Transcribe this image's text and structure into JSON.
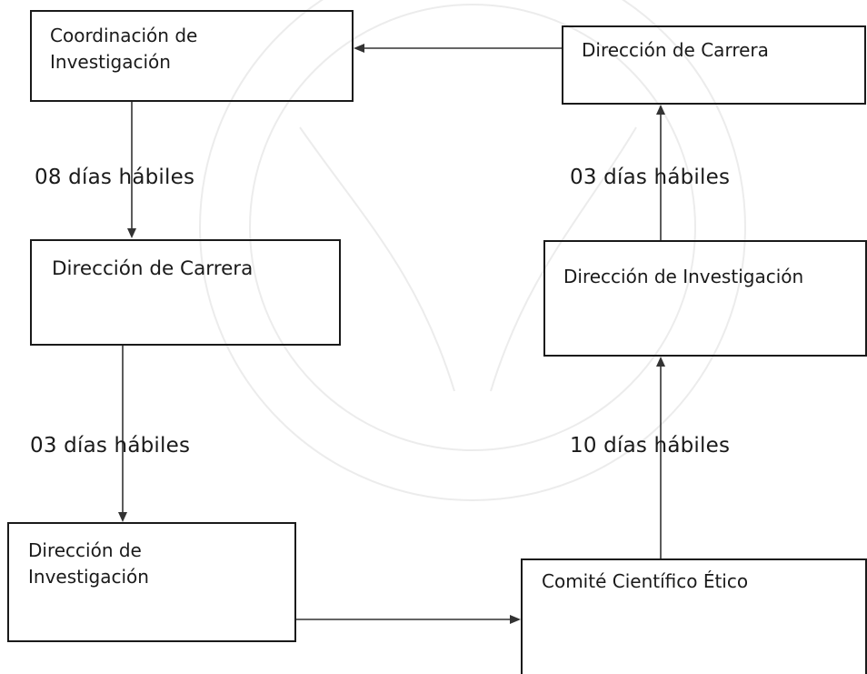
{
  "nodes": {
    "coordinacion": {
      "line1": "Coordinación de",
      "line2": "Investigación"
    },
    "direccion_carrera_top": {
      "label": "Dirección de Carrera"
    },
    "direccion_carrera_mid": {
      "label": "Dirección de Carrera"
    },
    "direccion_investigacion_right": {
      "label": "Dirección de Investigación"
    },
    "direccion_investigacion_left": {
      "line1": "Dirección de",
      "line2": "Investigación"
    },
    "comite": {
      "label": "Comité Científico Ético"
    }
  },
  "edges": {
    "coord_to_carrera": {
      "label": "08 días hábiles"
    },
    "carrera_to_investigacion": {
      "label": "03 días hábiles"
    },
    "investigacion_to_carrera_top": {
      "label": "03 días hábiles"
    },
    "comite_to_investigacion": {
      "label": "10 días hábiles"
    }
  },
  "colors": {
    "stroke": "#1a1a1a",
    "arrow": "#333333",
    "watermark": "#ececec",
    "background": "#ffffff"
  }
}
